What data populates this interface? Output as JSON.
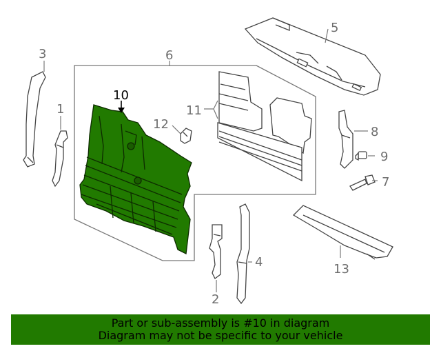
{
  "diagram": {
    "callouts": [
      "1",
      "2",
      "3",
      "4",
      "5",
      "6",
      "7",
      "8",
      "9",
      "10",
      "11",
      "12",
      "13"
    ],
    "highlighted_callout": "10"
  },
  "caption": {
    "line1": "Part or sub-assembly is #10 in diagram",
    "line2": "Diagram may not be specific to your vehicle"
  },
  "colors": {
    "highlight": "#217a00",
    "caption_bg": "#217a00",
    "line": "#555555",
    "label": "#6e6e6e"
  }
}
